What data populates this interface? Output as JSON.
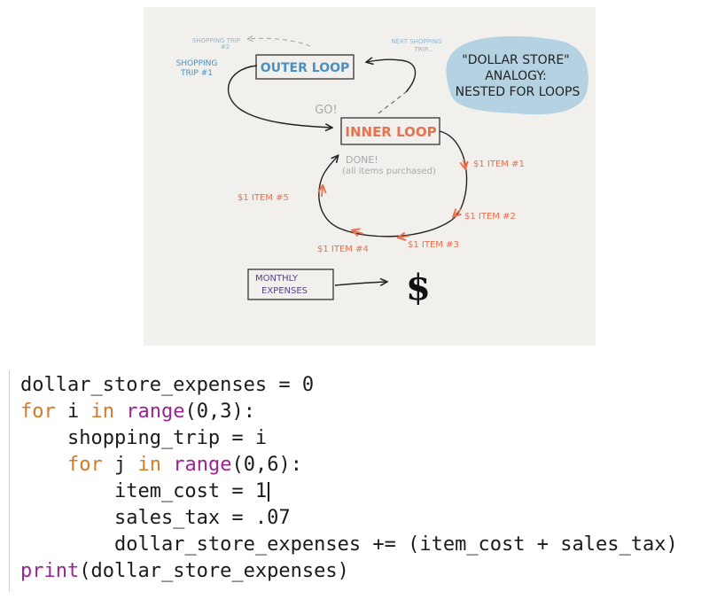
{
  "diagram": {
    "title_lines": [
      "\"DOLLAR STORE\"",
      "ANALOGY:",
      "NESTED FOR LOOPS"
    ],
    "outer_loop": "OUTER LOOP",
    "inner_loop": "INNER LOOP",
    "shopping_trip_1": [
      "SHOPPING",
      "TRIP #1"
    ],
    "shopping_trip_2": [
      "SHOPPING TRIP",
      "#2"
    ],
    "next_shopping_trip": [
      "NEXT SHOPPING",
      "TRIP..."
    ],
    "go": "GO!",
    "done": "DONE!",
    "done_note": "(all items purchased)",
    "items": [
      "$1 ITEM #1",
      "$1 ITEM #2",
      "$1 ITEM #3",
      "$1 ITEM #4",
      "$1 ITEM #5"
    ],
    "monthly_expenses": [
      "MONTHLY",
      "EXPENSES"
    ],
    "dollar_sign": "$",
    "colors": {
      "background": "#f1f0ec",
      "outer_loop_text": "#4a90c2",
      "inner_loop_text": "#e8714f",
      "item_text": "#e8714f",
      "watercolor": "#a9cde0",
      "monthly_text": "#5b3f8c",
      "ink": "#222222",
      "faint": "#a8a8a8"
    }
  },
  "code": {
    "line1_var": "dollar_store_expenses = 0",
    "line2_for": "for",
    "line2_i": " i ",
    "line2_in": "in",
    "line2_space": " ",
    "line2_range": "range",
    "line2_args": "(0,3):",
    "line3": "    shopping_trip = i",
    "line4_indent": "    ",
    "line4_for": "for",
    "line4_j": " j ",
    "line4_in": "in",
    "line4_space": " ",
    "line4_range": "range",
    "line4_args": "(0,6):",
    "line5": "        item_cost = 1",
    "line6": "        sales_tax = .07",
    "line7": "        dollar_store_expenses += (item_cost + sales_tax)",
    "line8_print": "print",
    "line8_args": "(dollar_store_expenses)"
  }
}
